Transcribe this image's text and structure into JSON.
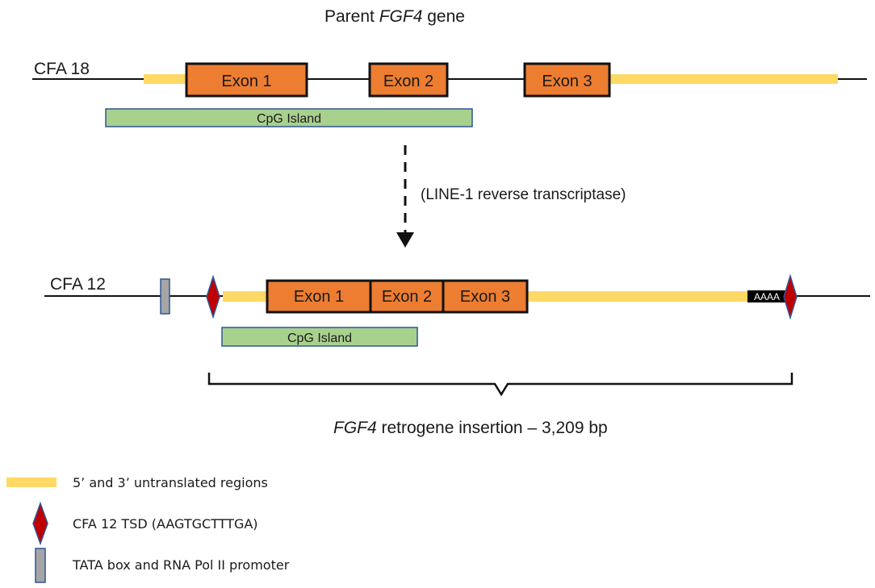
{
  "title": {
    "prefix": "Parent ",
    "gene": "FGF4",
    "suffix": " gene"
  },
  "top": {
    "chromosome": "CFA 18",
    "exons": [
      "Exon 1",
      "Exon 2",
      "Exon 3"
    ],
    "cpg_label": "CpG Island"
  },
  "arrow": {
    "label": "(LINE-1 reverse transcriptase)"
  },
  "bottom": {
    "chromosome": "CFA 12",
    "exons": [
      "Exon 1",
      "Exon 2",
      "Exon 3"
    ],
    "cpg_label": "CpG Island",
    "polya": "AAAA"
  },
  "insertion": {
    "gene": "FGF4",
    "text": " retrogene insertion – 3,209 bp"
  },
  "legend": {
    "utr": "5’ and 3’ untranslated regions",
    "tsd": "CFA 12 TSD (AAGTGCTTTGA)",
    "tata": "TATA box and RNA Pol II promoter"
  },
  "colors": {
    "exon_fill": "#ED7D31",
    "utr": "#FFD966",
    "cpg_fill": "#A9D18E",
    "cpg_border": "#2F5597",
    "tsd_red": "#C00000",
    "tsd_border": "#2F5597",
    "tata_fill": "#A6A6A6",
    "tata_border": "#2F5597"
  }
}
